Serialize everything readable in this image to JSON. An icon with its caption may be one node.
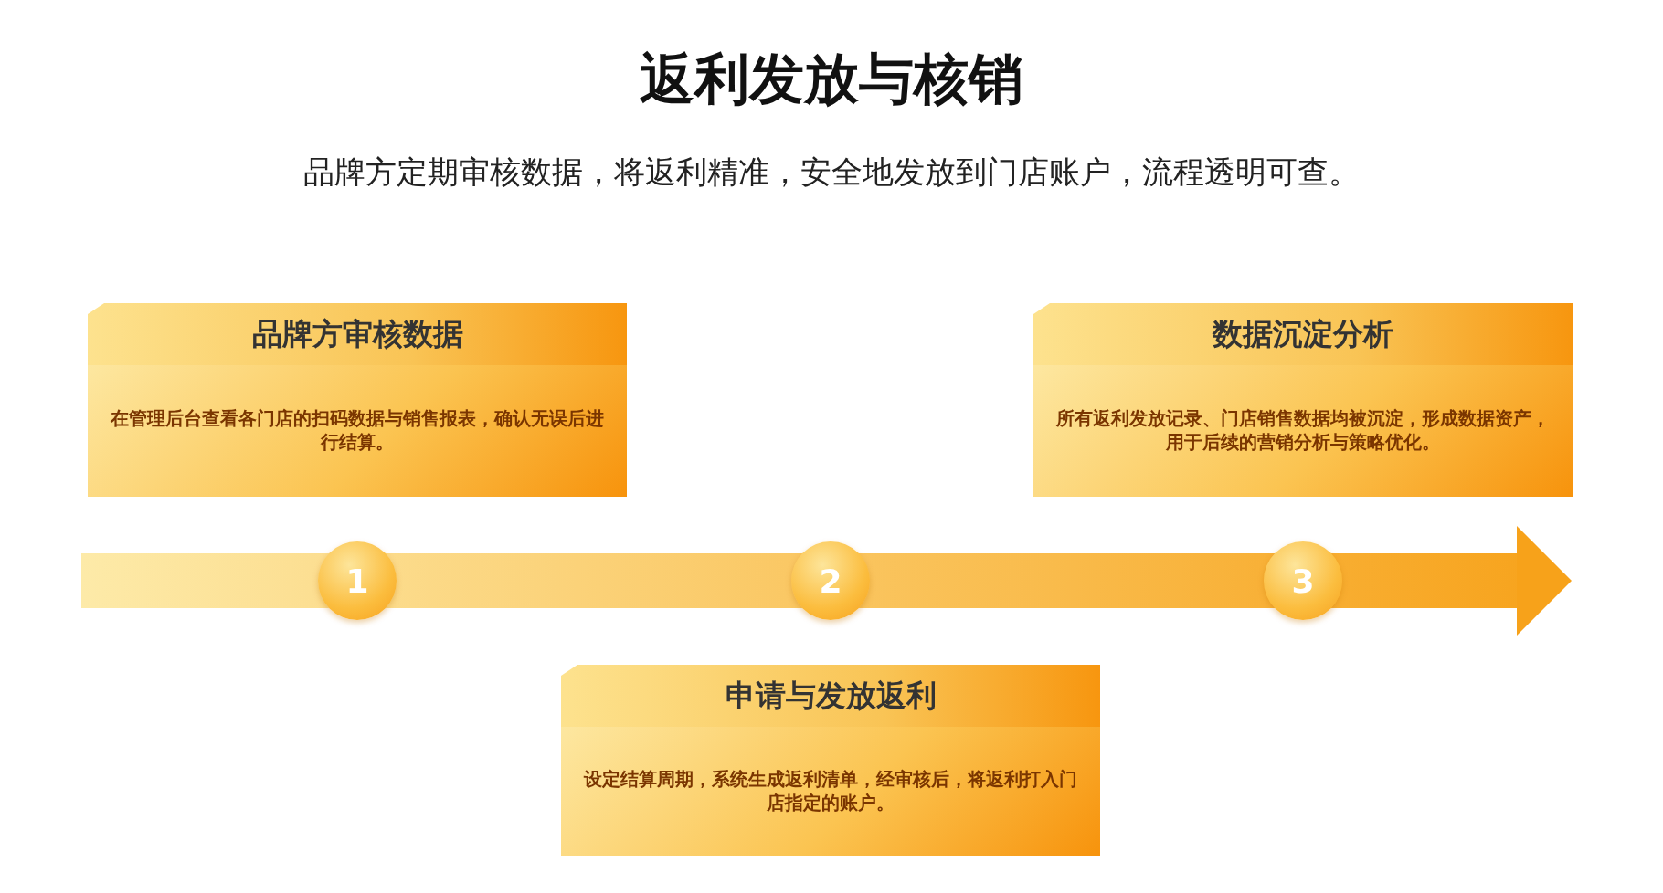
{
  "diagram": {
    "title": "返利发放与核销",
    "nodes": [
      {
        "text": [
          "品牌方审核数据",
          "在管理后台查看各门店的扫码数据与销售报表，确认无误后进行结算。"
        ]
      },
      {
        "text": [
          "数据沉淀分析",
          "所有返利发放记录、门店销售数据均被沉淀，形成数据资产，用于后续的营销分析与策略优化。"
        ]
      },
      {
        "text": [
          "1"
        ]
      },
      {
        "text": [
          "2"
        ]
      },
      {
        "text": [
          "3"
        ]
      },
      {
        "text": [
          "申请与发放返利",
          "设定结算周期，系统生成返利清单，经审核后，将返利打入门店指定的账户。"
        ]
      }
    ],
    "labels": [
      "品牌方定期审核数据，将返利精准，安全地发放到门店账户，流程透明可查。"
    ]
  }
}
